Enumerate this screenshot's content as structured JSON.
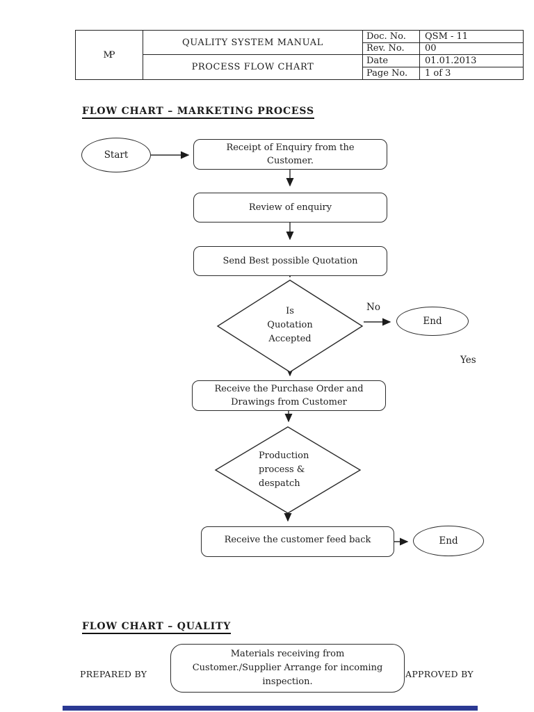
{
  "header": {
    "logo": "MP",
    "manual_title": "QUALITY SYSTEM MANUAL",
    "chart_title": "PROCESS FLOW CHART",
    "fields": [
      {
        "label": "Doc. No.",
        "value": "QSM - 11"
      },
      {
        "label": "Rev. No.",
        "value": "00"
      },
      {
        "label": "Date",
        "value": "01.01.2013"
      },
      {
        "label": "Page No.",
        "value": "1 of 3"
      }
    ]
  },
  "marketing_flow": {
    "title": "FLOW CHART – MARKETING PROCESS",
    "start": "Start",
    "receipt_lines": [
      "Receipt of Enquiry from the",
      "Customer."
    ],
    "review": "Review of enquiry",
    "quotation": "Send Best possible Quotation",
    "decision_lines": [
      "Is",
      "Quotation",
      "Accepted"
    ],
    "no_label": "No",
    "end1": "End",
    "yes_label": "Yes",
    "purchase_lines": [
      "Receive the Purchase Order and",
      "Drawings from Customer"
    ],
    "production_lines": [
      "Production",
      "process &",
      "despatch"
    ],
    "feedback": "Receive the customer feed back",
    "end2": "End"
  },
  "quality_flow": {
    "title": "FLOW CHART – QUALITY",
    "materials_lines": [
      "Materials receiving from",
      "Customer./Supplier Arrange for incoming",
      "inspection."
    ]
  },
  "footer": {
    "prepared_by": "PREPARED BY",
    "approved_by": "APPROVED BY"
  },
  "colors": {
    "ink": "#1c1c1c",
    "page_bg": "#ffffff",
    "bottom_bar": "#2b3993"
  }
}
